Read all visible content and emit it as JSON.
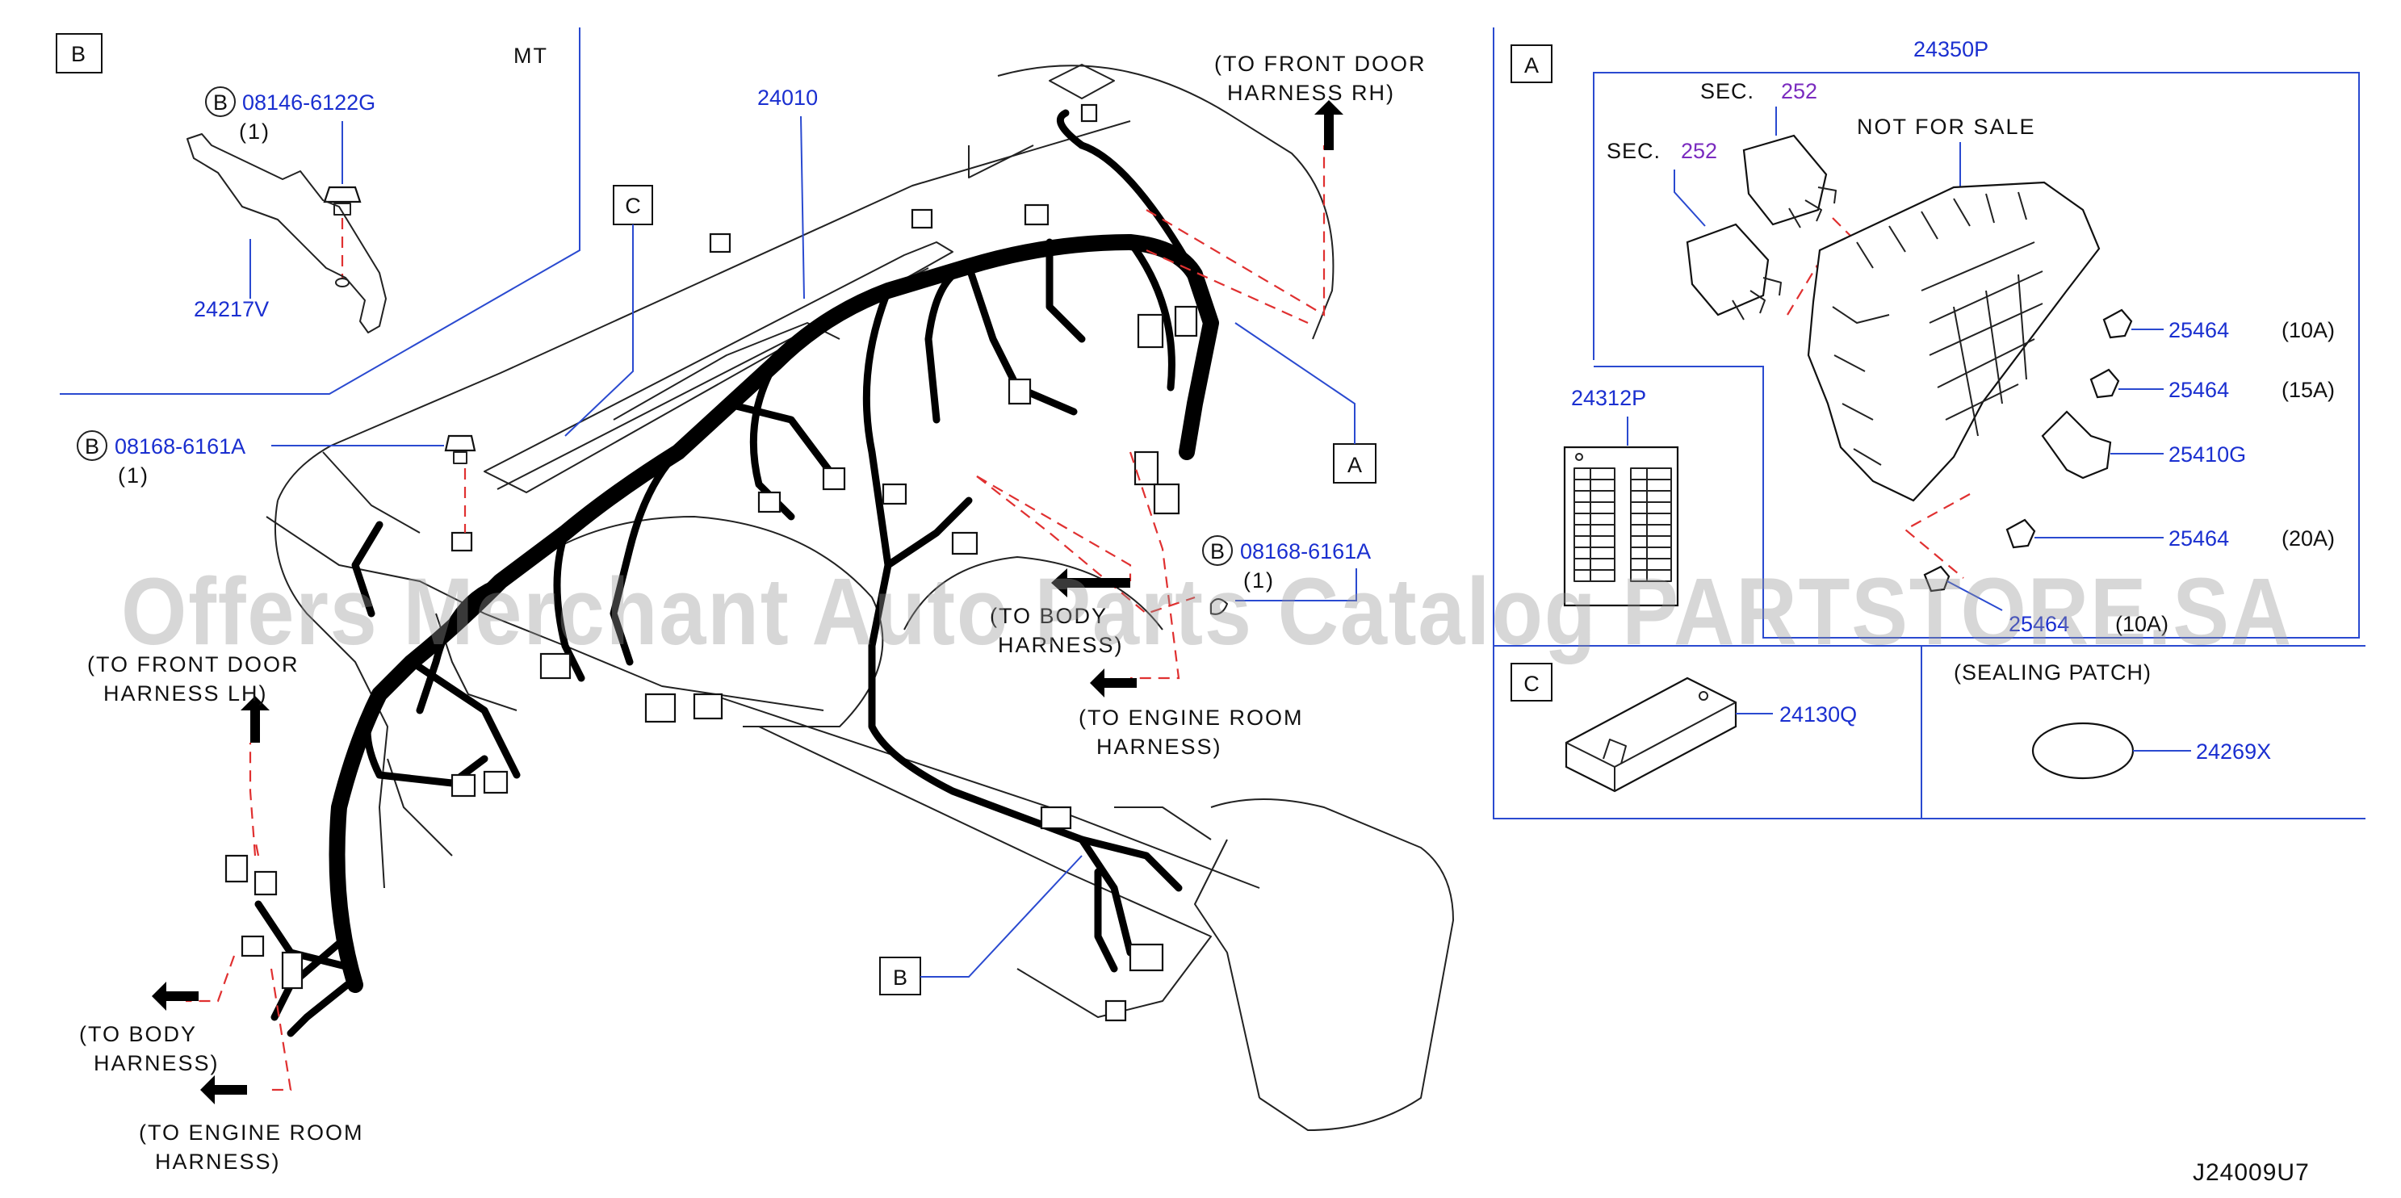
{
  "diagram": {
    "code": "J24009U7",
    "watermark": "Offers Merchant Auto Parts Catalog PARTSTORE.SA",
    "main_part": "24010",
    "callouts": {
      "a": "A",
      "b": "B",
      "c": "C"
    },
    "directions": {
      "front_door_rh": [
        "(TO   FRONT   DOOR",
        "HARNESS   RH)"
      ],
      "front_door_lh": [
        "(TO   FRONT   DOOR",
        "HARNESS   LH)"
      ],
      "body_center": [
        "(TO   BODY",
        "HARNESS)"
      ],
      "engine_center": [
        "(TO   ENGINE   ROOM",
        "HARNESS)"
      ],
      "body_left": [
        "(TO   BODY",
        "HARNESS)"
      ],
      "engine_left": [
        "(TO   ENGINE   ROOM",
        "HARNESS)"
      ]
    },
    "bolts": {
      "b_top": {
        "marker": "B",
        "part": "08168-6161A",
        "qty": "(1)"
      },
      "b_mid": {
        "marker": "B",
        "part": "08168-6161A",
        "qty": "(1)"
      }
    },
    "inset_b": {
      "tag": "B",
      "variant": "MT",
      "bolt": {
        "marker": "B",
        "part": "08146-6122G",
        "qty": "(1)"
      },
      "bracket_part": "24217V"
    },
    "inset_a": {
      "tag": "A",
      "assembly_part": "24350P",
      "note": "NOT   FOR   SALE",
      "relays": [
        {
          "label": "SEC.",
          "ref": "252"
        },
        {
          "label": "SEC.",
          "ref": "252"
        }
      ],
      "label_part": "24312P",
      "fuses": [
        {
          "part": "25464",
          "rating": "(10A)"
        },
        {
          "part": "25464",
          "rating": "(15A)"
        },
        {
          "part": "25410G",
          "rating": ""
        },
        {
          "part": "25464",
          "rating": "(20A)"
        },
        {
          "part": "25464",
          "rating": "(10A)"
        }
      ]
    },
    "inset_c": {
      "tag": "C",
      "part": "24130Q",
      "sealing_title": "(SEALING    PATCH)",
      "sealing_part": "24269X"
    }
  }
}
